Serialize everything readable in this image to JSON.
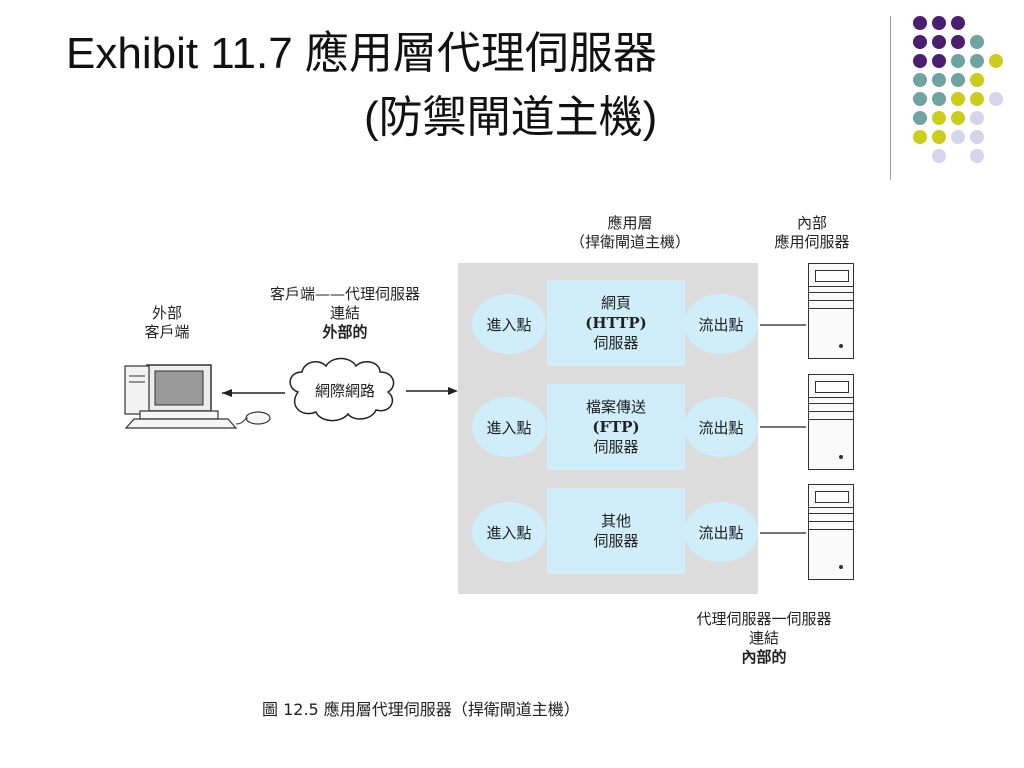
{
  "title": {
    "line1": "Exhibit 11.7  應用層代理伺服器",
    "line2": "(防禦閘道主機)"
  },
  "diagram": {
    "gateway_label": [
      "應用層",
      "（捍衛閘道主機）"
    ],
    "internal_servers_label": [
      "內部",
      "應用伺服器"
    ],
    "external_client_label": [
      "外部",
      "客戶端"
    ],
    "client_proxy_link": {
      "line1": "客戶端——代理伺服器",
      "line2": "連結",
      "line3": "外部的"
    },
    "internet_label": "網際網路",
    "rows": [
      {
        "entry": "進入點",
        "server": [
          "網頁",
          "(HTTP)",
          "伺服器"
        ],
        "exit": "流出點"
      },
      {
        "entry": "進入點",
        "server": [
          "檔案傳送",
          "(FTP)",
          "伺服器"
        ],
        "exit": "流出點"
      },
      {
        "entry": "進入點",
        "server": [
          "其他",
          "伺服器"
        ],
        "exit": "流出點"
      }
    ],
    "proxy_server_link": {
      "line1": "代理伺服器一伺服器",
      "line2": "連結",
      "line3": "內部的"
    }
  },
  "caption": "圖 12.5   應用層代理伺服器（捍衛閘道主機）",
  "colors": {
    "purple": "#4b1f6f",
    "teal": "#6fa3a0",
    "olive": "#cccc1a",
    "lavender": "#d6d4ea",
    "light_blue": "#cfeefa",
    "panel_gray": "#dcdcdc"
  }
}
